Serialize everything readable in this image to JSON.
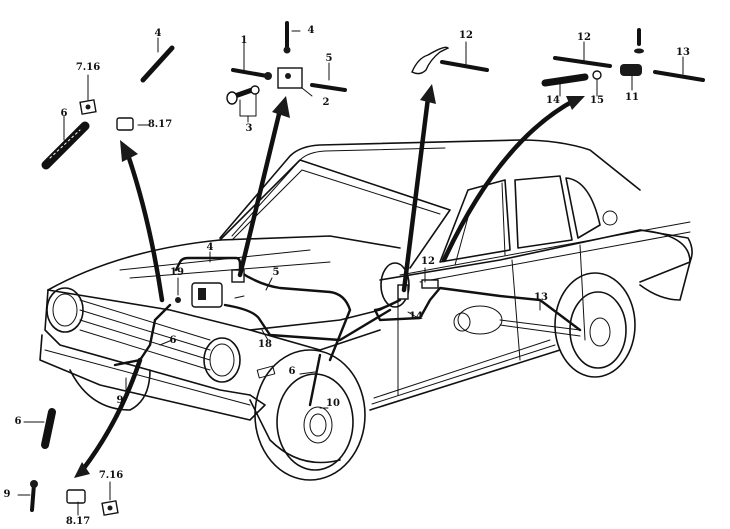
{
  "diagram": {
    "title": "",
    "subject": "Sedan brake line routing exploded parts diagram",
    "callouts": [
      {
        "id": "c1",
        "text": "1",
        "target": "brake-line-bolt"
      },
      {
        "id": "c2",
        "text": "2",
        "target": "junction-block"
      },
      {
        "id": "c3",
        "text": "3",
        "target": "bolt-and-washer"
      },
      {
        "id": "c4a",
        "text": "4",
        "target": "junction-bolt"
      },
      {
        "id": "c4b",
        "text": "4",
        "target": "brake-tube-fitting"
      },
      {
        "id": "c4c",
        "text": "4",
        "target": "brake-line-engine-bay"
      },
      {
        "id": "c5a",
        "text": "5",
        "target": "brake-tube-fitting"
      },
      {
        "id": "c5b",
        "text": "5",
        "target": "brake-line-engine-bay"
      },
      {
        "id": "c6a",
        "text": "6",
        "target": "front-brake-hose"
      },
      {
        "id": "c6b",
        "text": "6",
        "target": "front-brake-hose-left"
      },
      {
        "id": "c6c",
        "text": "6",
        "target": "front-brake-hose-right"
      },
      {
        "id": "c6d",
        "text": "6",
        "target": "front-brake-hose-detail"
      },
      {
        "id": "c716a",
        "text": "7.16",
        "target": "lock-plate"
      },
      {
        "id": "c716b",
        "text": "7.16",
        "target": "lock-plate"
      },
      {
        "id": "c817a",
        "text": "8.17",
        "target": "hose-clip"
      },
      {
        "id": "c817b",
        "text": "8.17",
        "target": "hose-clip"
      },
      {
        "id": "c9a",
        "text": "9",
        "target": "connector-bolt"
      },
      {
        "id": "c9b",
        "text": "9",
        "target": "connector-bolt"
      },
      {
        "id": "c10",
        "text": "10",
        "target": "front-wheel-line"
      },
      {
        "id": "c11",
        "text": "11",
        "target": "rear-connector"
      },
      {
        "id": "c12a",
        "text": "12",
        "target": "rear-brake-tube"
      },
      {
        "id": "c12b",
        "text": "12",
        "target": "rear-brake-tube"
      },
      {
        "id": "c12c",
        "text": "12",
        "target": "rear-brake-tube"
      },
      {
        "id": "c13a",
        "text": "13",
        "target": "rear-axle-tube"
      },
      {
        "id": "c13b",
        "text": "13",
        "target": "rear-axle-tube"
      },
      {
        "id": "c14a",
        "text": "14",
        "target": "rear-hose"
      },
      {
        "id": "c14b",
        "text": "14",
        "target": "rear-hose"
      },
      {
        "id": "c15",
        "text": "15",
        "target": "washer"
      },
      {
        "id": "c18",
        "text": "18",
        "target": "brake-line-body"
      },
      {
        "id": "c19",
        "text": "19",
        "target": "clip"
      }
    ]
  }
}
